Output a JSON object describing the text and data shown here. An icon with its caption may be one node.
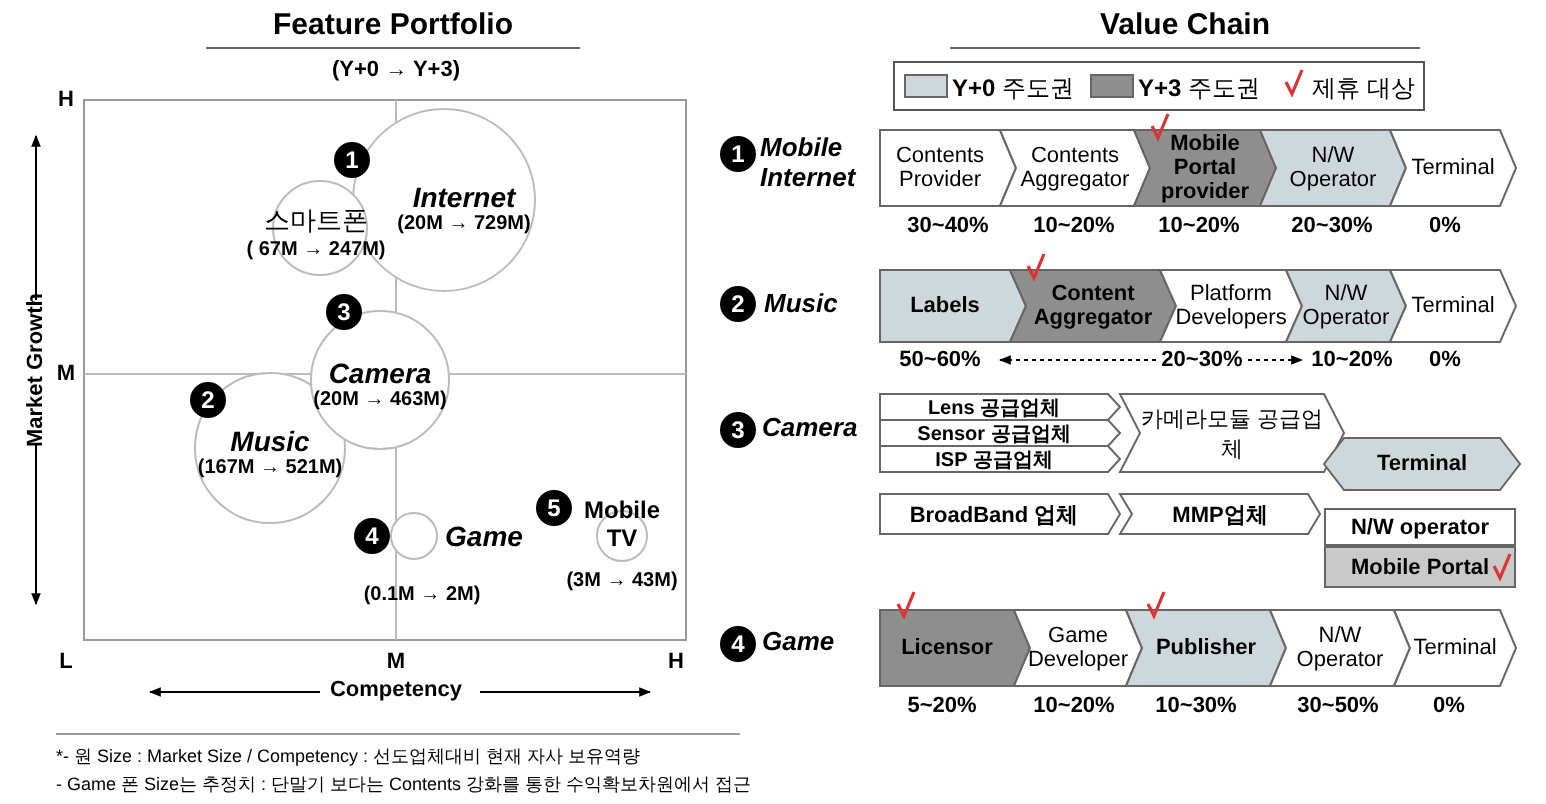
{
  "diagram": {
    "nodes": [
      {
        "text": [
          "1"
        ]
      },
      {
        "text": [
          "Internet",
          "(20M → 729M)"
        ]
      },
      {
        "text": [
          "스마트폰",
          "( 67M → 247M)"
        ]
      },
      {
        "text": [
          "3"
        ]
      },
      {
        "text": [
          "Camera",
          "(20M → 463M)"
        ]
      },
      {
        "text": [
          "2"
        ]
      },
      {
        "text": [
          "Music",
          "(167M → 521M)"
        ]
      },
      {
        "text": [
          "4"
        ]
      },
      {
        "text": [],
        "shape": "circle",
        "beside": [
          "Game",
          "(0.1M → 2M)"
        ]
      },
      {
        "text": [
          "5"
        ]
      },
      {
        "text": [
          "Mobile TV"
        ],
        "beside": [
          "(3M → 43M)"
        ]
      },
      {
        "text": [
          "1"
        ],
        "beside": [
          "Mobile Internet"
        ]
      },
      {
        "text": [
          "Contents Provider"
        ],
        "beside": [
          "30~40%"
        ]
      },
      {
        "text": [
          "Contents Aggregator"
        ],
        "beside": [
          "10~20%"
        ]
      },
      {
        "text": [
          "Mobile Portal provider"
        ],
        "beside": [
          "10~20%"
        ]
      },
      {
        "text": [
          "N/W Operator"
        ],
        "beside": [
          "20~30%"
        ]
      },
      {
        "text": [
          "Terminal"
        ],
        "beside": [
          "0%"
        ]
      },
      {
        "text": [
          "2"
        ],
        "beside": [
          "Music"
        ]
      },
      {
        "text": [
          "Labels"
        ],
        "beside": [
          "50~60%"
        ]
      },
      {
        "text": [
          "Content Aggregator"
        ]
      },
      {
        "text": [
          "Platform Developers"
        ]
      },
      {
        "text": [
          "N/W Operator"
        ],
        "beside": [
          "10~20%"
        ]
      },
      {
        "text": [
          "Terminal"
        ],
        "beside": [
          "0%"
        ]
      },
      {
        "text": [
          "3"
        ],
        "beside": [
          "Camera"
        ]
      },
      {
        "text": [
          "Lens 공급업체"
        ]
      },
      {
        "text": [
          "Sensor 공급업체"
        ]
      },
      {
        "text": [
          "ISP 공급업체"
        ]
      },
      {
        "text": [
          "카메라모듈 공급업체"
        ]
      },
      {
        "text": [
          "Terminal"
        ]
      },
      {
        "text": [
          "BroadBand 업체"
        ]
      },
      {
        "text": [
          "MMP업체"
        ]
      },
      {
        "text": [
          "N/W operator"
        ]
      },
      {
        "text": [
          "Mobile Portal"
        ]
      },
      {
        "text": [
          "4"
        ],
        "beside": [
          "Game"
        ]
      },
      {
        "text": [
          "Licensor"
        ],
        "beside": [
          "5~20%"
        ]
      },
      {
        "text": [
          "Game Developer"
        ],
        "beside": [
          "10~20%"
        ]
      },
      {
        "text": [
          "Publisher"
        ],
        "beside": [
          "10~30%"
        ]
      },
      {
        "text": [
          "N/W Operator"
        ],
        "beside": [
          "30~50%"
        ]
      },
      {
        "text": [
          "Terminal"
        ],
        "beside": [
          "0%"
        ]
      }
    ],
    "labels": [
      "Feature Portfolio",
      "Value Chain",
      "(Y+0 → Y+3)",
      "H",
      "M",
      "Market Growth",
      "L",
      "M",
      "H",
      "Competency",
      "20~30%",
      "*- 원 Size : Market Size / Competency : 선도업체대비 현재 자사 보유역량",
      "- Game 폰 Size는 추정치 : 단말기 보다는 Contents 강화를 통한 수익확보차원에서 접근"
    ],
    "legend": [
      {
        "text": "Y+0 주도권",
        "color": "#cdd7dc"
      },
      {
        "text": "Y+3 주도권",
        "color": "#8e8e8e"
      },
      {
        "text": "제휴 대상"
      }
    ]
  }
}
